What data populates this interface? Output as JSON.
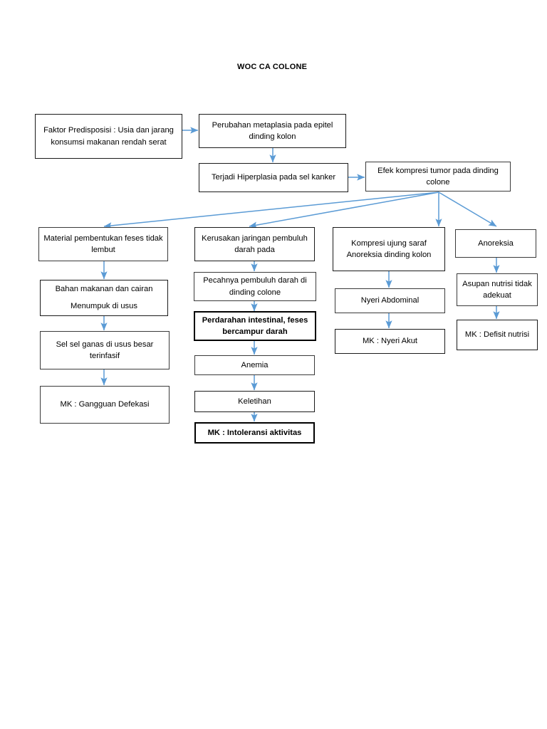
{
  "page": {
    "title": "WOC CA COLONE",
    "background_color": "#ffffff",
    "box_border_color": "#1a1a1a",
    "arrow_color": "#5b9bd5"
  },
  "nodes": {
    "faktor_predisposisi": "Faktor Predisposisi : Usia dan jarang konsumsi makanan rendah serat",
    "perubahan_metaplasia": "Perubahan metaplasia pada epitel dinding kolon",
    "terjadi_hiperplasia": "Terjadi Hiperplasia pada sel kanker",
    "efek_kompresi_tumor": "Efek kompresi tumor pada dinding colone",
    "material_pembentukan": "Material pembentukan feses tidak lembut",
    "bahan_makanan": "Bahan makanan  dan cairan\nMenumpuk di usus",
    "sel_ganas": "Sel sel ganas di usus besar terinfasif",
    "mk_gangguan_defekasi": "MK : Gangguan Defekasi",
    "kerusakan_jaringan": "Kerusakan jaringan pembuluh darah pada",
    "pecahnya_pembuluh": "Pecahnya pembuluh darah di dinding colone",
    "perdarahan_intestinal": "Perdarahan intestinal, feses bercampur darah",
    "anemia": "Anemia",
    "keletihan": "Keletihan",
    "mk_intoleransi": "MK : Intoleransi aktivitas",
    "kompresi_ujung_saraf": "Kompresi ujung saraf Anoreksia dinding kolon",
    "nyeri_abdominal": "Nyeri Abdominal",
    "mk_nyeri_akut": "MK : Nyeri Akut",
    "anoreksia": "Anoreksia",
    "asupan_nutrisi": "Asupan nutrisi tidak adekuat",
    "mk_defisit_nutrisi": "MK : Defisit nutrisi"
  },
  "chart_data": {
    "type": "flowchart",
    "title": "WOC CA COLONE",
    "description": "Web of Causation for Colon Cancer (CA Colone) nursing concept map",
    "node_list": [
      "Faktor Predisposisi : Usia dan jarang konsumsi makanan rendah serat",
      "Perubahan metaplasia pada epitel dinding kolon",
      "Terjadi Hiperplasia pada sel kanker",
      "Efek kompresi tumor pada dinding colone",
      "Material pembentukan feses tidak lembut",
      "Bahan makanan  dan cairan Menumpuk di usus",
      "Sel sel ganas di usus besar terinfasif",
      "MK : Gangguan Defekasi",
      "Kerusakan jaringan pembuluh darah pada",
      "Pecahnya pembuluh darah di dinding colone",
      "Perdarahan intestinal, feses bercampur darah",
      "Anemia",
      "Keletihan",
      "MK : Intoleransi aktivitas",
      "Kompresi ujung saraf Anoreksia dinding kolon",
      "Nyeri Abdominal",
      "MK : Nyeri Akut",
      "Anoreksia",
      "Asupan nutrisi tidak adekuat",
      "MK : Defisit nutrisi"
    ],
    "edges": [
      [
        "Faktor Predisposisi : Usia dan jarang konsumsi makanan rendah serat",
        "Perubahan metaplasia pada epitel dinding kolon"
      ],
      [
        "Perubahan metaplasia pada epitel dinding kolon",
        "Terjadi Hiperplasia pada sel kanker"
      ],
      [
        "Terjadi Hiperplasia pada sel kanker",
        "Efek kompresi tumor pada dinding colone"
      ],
      [
        "Efek kompresi tumor pada dinding colone",
        "Material pembentukan feses tidak lembut"
      ],
      [
        "Efek kompresi tumor pada dinding colone",
        "Kerusakan jaringan pembuluh darah pada"
      ],
      [
        "Efek kompresi tumor pada dinding colone",
        "Kompresi ujung saraf Anoreksia dinding kolon"
      ],
      [
        "Efek kompresi tumor pada dinding colone",
        "Anoreksia"
      ],
      [
        "Material pembentukan feses tidak lembut",
        "Bahan makanan  dan cairan Menumpuk di usus"
      ],
      [
        "Bahan makanan  dan cairan Menumpuk di usus",
        "Sel sel ganas di usus besar terinfasif"
      ],
      [
        "Sel sel ganas di usus besar terinfasif",
        "MK : Gangguan Defekasi"
      ],
      [
        "Kerusakan jaringan pembuluh darah pada",
        "Pecahnya pembuluh darah di dinding colone"
      ],
      [
        "Pecahnya pembuluh darah di dinding colone",
        "Perdarahan intestinal, feses bercampur darah"
      ],
      [
        "Perdarahan intestinal, feses bercampur darah",
        "Anemia"
      ],
      [
        "Anemia",
        "Keletihan"
      ],
      [
        "Keletihan",
        "MK : Intoleransi aktivitas"
      ],
      [
        "Kompresi ujung saraf Anoreksia dinding kolon",
        "Nyeri Abdominal"
      ],
      [
        "Nyeri Abdominal",
        "MK : Nyeri Akut"
      ],
      [
        "Anoreksia",
        "Asupan nutrisi tidak adekuat"
      ],
      [
        "Asupan nutrisi tidak adekuat",
        "MK : Defisit nutrisi"
      ]
    ]
  }
}
